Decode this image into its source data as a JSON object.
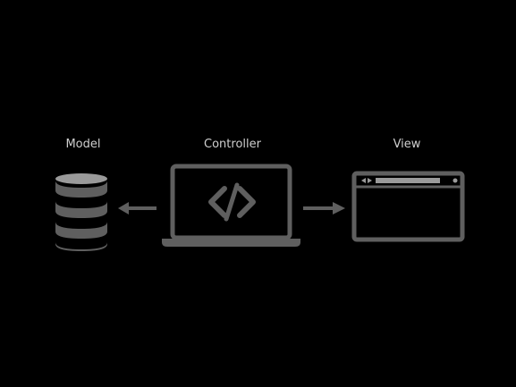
{
  "labels": {
    "model": "Model",
    "controller": "Controller",
    "view": "View"
  },
  "icons": {
    "model": "database-icon",
    "controller": "laptop-code-icon",
    "view": "browser-window-icon",
    "arrow_to_model": "arrow-left-icon",
    "arrow_to_view": "arrow-right-icon"
  },
  "colors": {
    "background": "#000000",
    "icon": "#5f5f5f",
    "icon_highlight": "#9a9a9a",
    "text": "#cfcfcf"
  }
}
